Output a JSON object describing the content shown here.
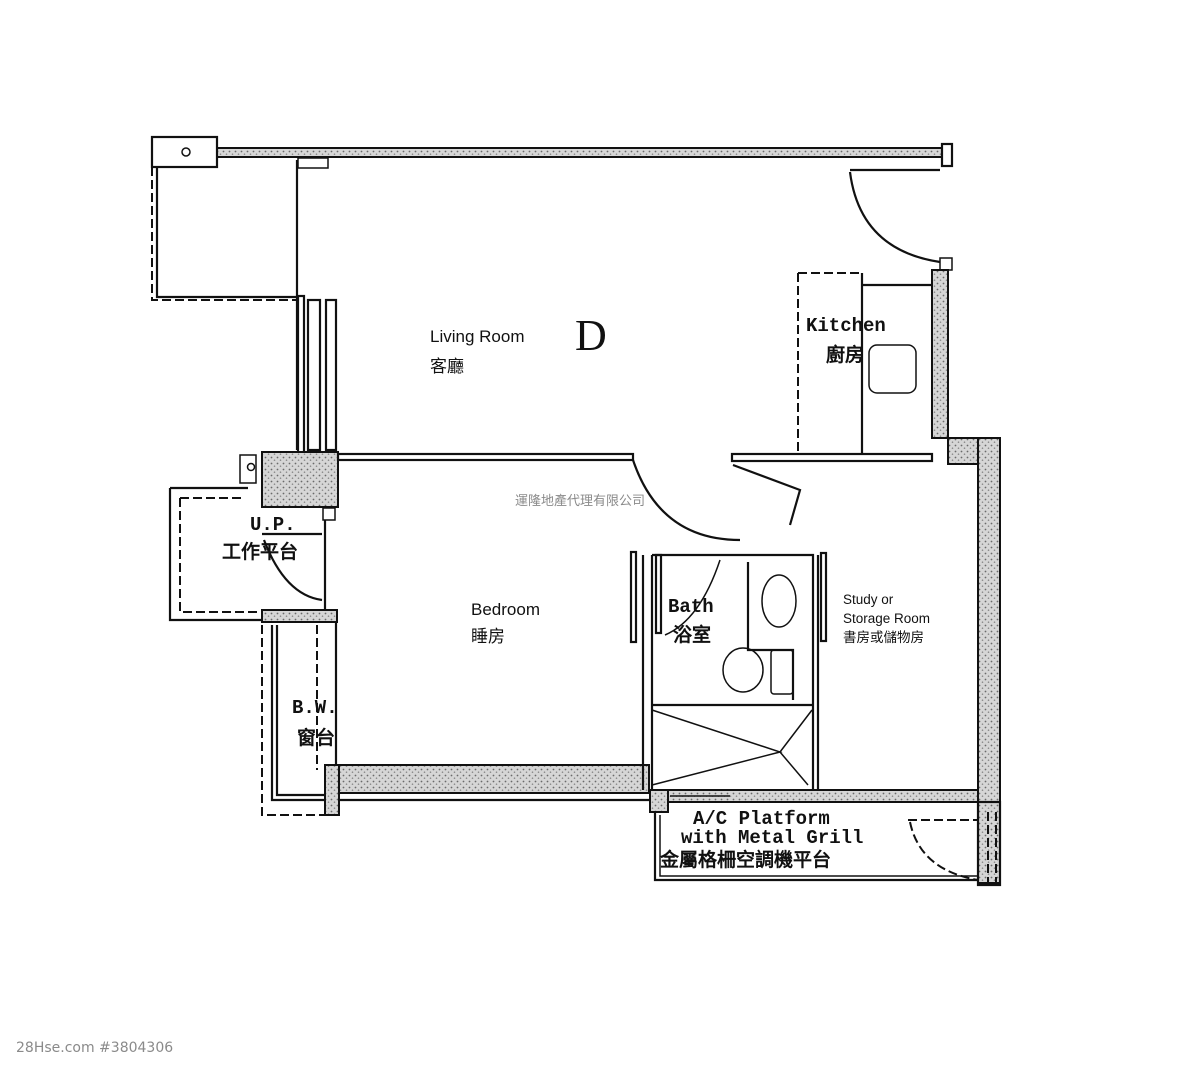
{
  "floor_plan": {
    "unit_letter": "D",
    "rooms": {
      "living": {
        "en": "Living  Room",
        "zh": "客廳"
      },
      "kitchen": {
        "en": "Kitchen",
        "zh": "廚房"
      },
      "bedroom": {
        "en": "Bedroom",
        "zh": "睡房"
      },
      "bath": {
        "en": "Bath",
        "zh": "浴室"
      },
      "study": {
        "en_line1": "Study or",
        "en_line2": "Storage Room",
        "zh": "書房或儲物房"
      },
      "utility": {
        "en": "U.P.",
        "zh": "工作平台"
      },
      "bay_window": {
        "en": "B.W.",
        "zh": "窗台"
      },
      "ac_platform": {
        "en_line1": "A/C Platform",
        "en_line2": "with Metal Grill",
        "zh": "金屬格柵空調機平台"
      }
    },
    "watermark": "運隆地產代理有限公司"
  },
  "footer": {
    "source": "28Hse.com #3804306"
  },
  "colors": {
    "line": "#111111",
    "watermark": "#8a8a8a",
    "background": "#ffffff"
  }
}
